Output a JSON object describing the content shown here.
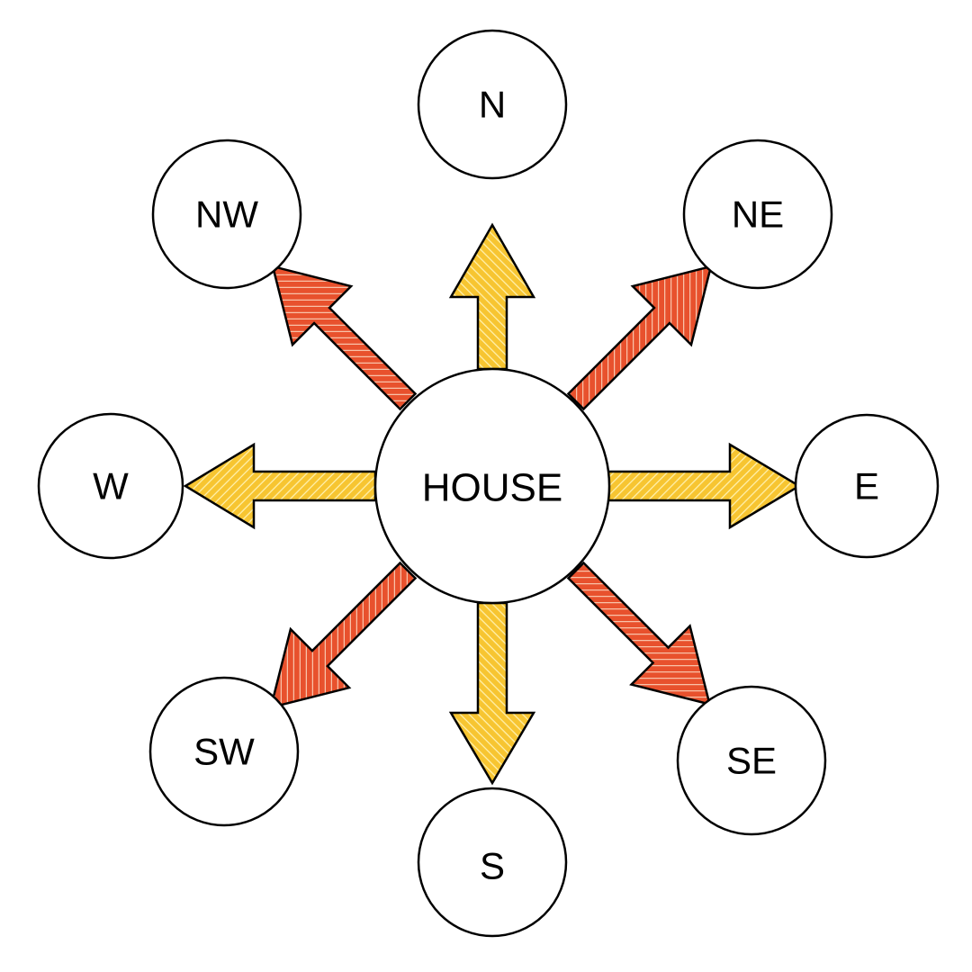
{
  "diagram": {
    "center": {
      "label": "HOUSE"
    },
    "directions": [
      {
        "id": "n",
        "label": "N",
        "arrow_color": "yellow"
      },
      {
        "id": "ne",
        "label": "NE",
        "arrow_color": "orange"
      },
      {
        "id": "e",
        "label": "E",
        "arrow_color": "yellow"
      },
      {
        "id": "se",
        "label": "SE",
        "arrow_color": "orange"
      },
      {
        "id": "s",
        "label": "S",
        "arrow_color": "yellow"
      },
      {
        "id": "sw",
        "label": "SW",
        "arrow_color": "orange"
      },
      {
        "id": "w",
        "label": "W",
        "arrow_color": "yellow"
      },
      {
        "id": "nw",
        "label": "NW",
        "arrow_color": "orange"
      }
    ]
  },
  "colors": {
    "yellow_fill": "#f7c531",
    "yellow_stripe": "#fff2b0",
    "orange_fill": "#e8512d",
    "orange_stripe": "#f9c2a8",
    "outline": "#000000",
    "background": "#ffffff"
  }
}
